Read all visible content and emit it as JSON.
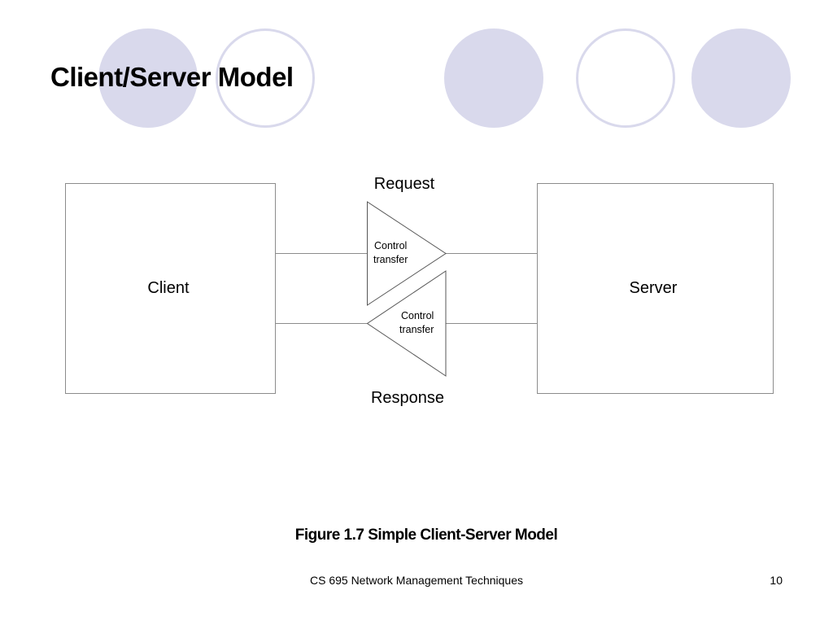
{
  "slide": {
    "title": "Client/Server Model",
    "decor_color": "#d9d9ec"
  },
  "diagram": {
    "client_label": "Client",
    "server_label": "Server",
    "request_label": "Request",
    "response_label": "Response",
    "request_arrow": {
      "line1": "Control",
      "line2": "transfer"
    },
    "response_arrow": {
      "line1": "Control",
      "line2": "transfer"
    }
  },
  "figure": {
    "caption": "Figure 1.7 Simple Client-Server Model"
  },
  "footer": {
    "course": "CS 695 Network Management Techniques",
    "page_number": "10"
  }
}
